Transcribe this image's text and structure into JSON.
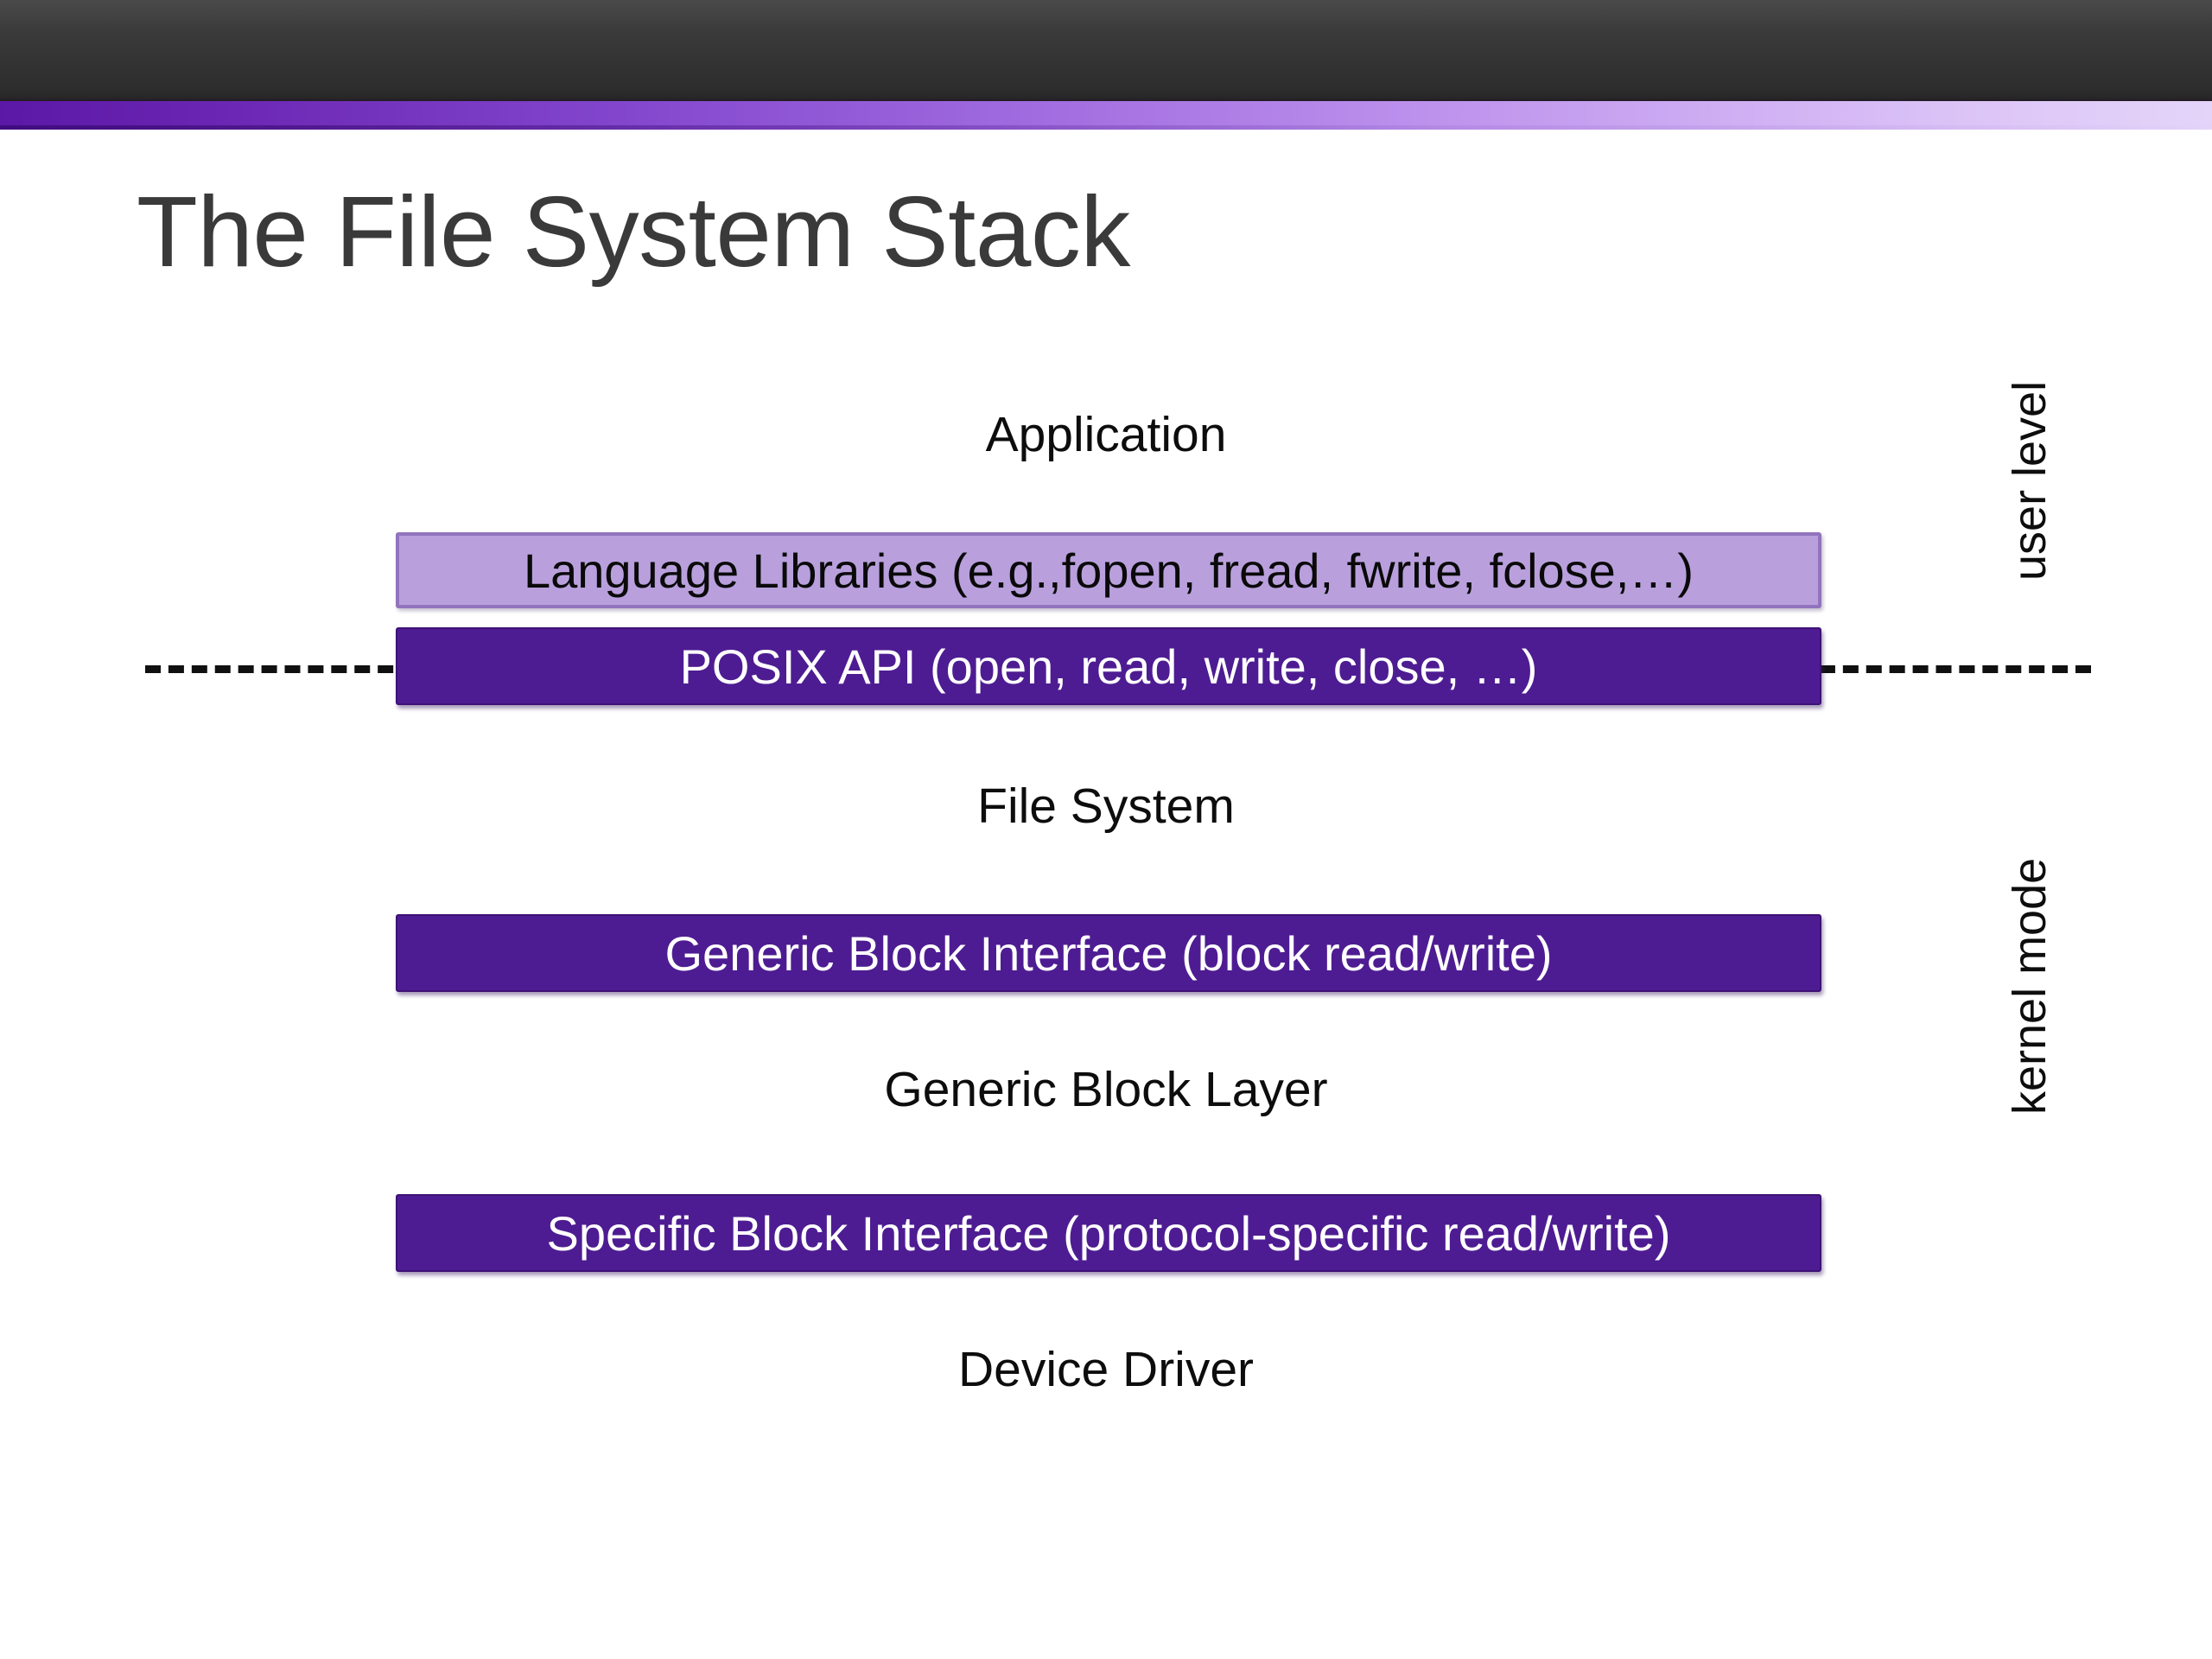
{
  "slide": {
    "title": "The File System Stack",
    "theme": {
      "band_dark": "#333333",
      "band_purple_start": "#5b17a6",
      "band_purple_end": "#e4d4f9",
      "bar_light_fill": "#b9a0dd",
      "bar_light_border": "#9174bd",
      "bar_dark_fill": "#4e1c92",
      "bar_dark_border": "#3d1175",
      "text_dark": "#0d0d0d",
      "text_light": "#ffffff",
      "title_color": "#3a3a3a",
      "dashed_line_color": "#101010"
    }
  },
  "diagram": {
    "layers": [
      {
        "id": "application",
        "label": "Application",
        "kind": "plain"
      },
      {
        "id": "language-libraries",
        "label": "Language Libraries (e.g.,fopen, fread, fwrite, fclose,…)",
        "kind": "bar-light"
      },
      {
        "id": "posix-api",
        "label": "POSIX API (open, read, write, close, …)",
        "kind": "bar-dark"
      },
      {
        "id": "file-system",
        "label": "File System",
        "kind": "plain"
      },
      {
        "id": "generic-block-interface",
        "label": "Generic Block Interface (block read/write)",
        "kind": "bar-dark"
      },
      {
        "id": "generic-block-layer",
        "label": "Generic Block Layer",
        "kind": "plain"
      },
      {
        "id": "specific-block-interface",
        "label": "Specific Block Interface (protocol-specific read/write)",
        "kind": "bar-dark"
      },
      {
        "id": "device-driver",
        "label": "Device Driver",
        "kind": "plain"
      }
    ],
    "side_labels": [
      {
        "id": "user-level",
        "label": "user level"
      },
      {
        "id": "kernel-mode",
        "label": "kernel mode"
      }
    ],
    "boundary": {
      "id": "user-kernel-boundary",
      "style": "dashed"
    }
  }
}
